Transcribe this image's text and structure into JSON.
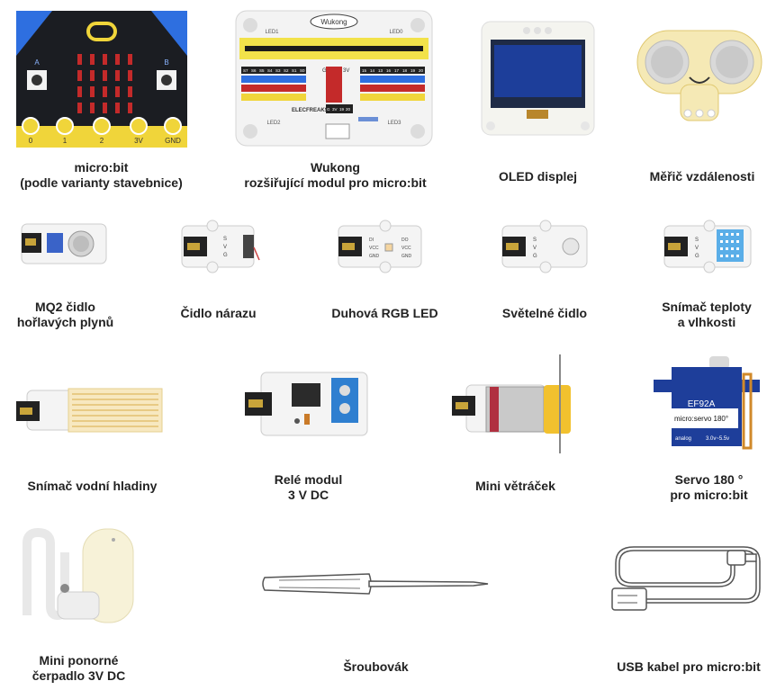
{
  "items": {
    "microbit": {
      "line1": "micro:bit",
      "line2": "(podle varianty stavebnice)",
      "pins": [
        "0",
        "1",
        "2",
        "3V",
        "GND"
      ],
      "buttons": [
        "A",
        "B"
      ]
    },
    "wukong": {
      "line1": "Wukong",
      "line2": "rozšiřující modul pro micro:bit",
      "logo": "Wukong",
      "led1": "LED1",
      "led0": "LED0",
      "led2": "LED2",
      "led3": "LED3",
      "brand": "ELECFREAKS",
      "pins_left": [
        "S7",
        "S6",
        "S5",
        "S4",
        "S3",
        "S2",
        "S1",
        "S0"
      ],
      "pins_right": [
        "15",
        "14",
        "13",
        "16",
        "17",
        "18",
        "19",
        "20"
      ],
      "pins_mid": [
        "G",
        "3V"
      ],
      "pins_bottom": [
        "G",
        "3V",
        "19",
        "20"
      ]
    },
    "oled": {
      "line1": "OLED displej"
    },
    "distance": {
      "line1": "Měřič vzdálenosti"
    },
    "mq2": {
      "line1": "MQ2 čidlo",
      "line2": "hořlavých plynů"
    },
    "crash": {
      "line1": "Čidlo nárazu"
    },
    "rgb": {
      "line1": "Duhová RGB LED",
      "pins": [
        "DI",
        "VCC",
        "GND"
      ],
      "pins2": [
        "DO",
        "VCC",
        "GND"
      ]
    },
    "light": {
      "line1": "Světelné čidlo"
    },
    "temp": {
      "line1": "Snímač teploty",
      "line2": "a vlhkosti"
    },
    "water": {
      "line1": "Snímač vodní hladiny"
    },
    "relay": {
      "line1": "Relé modul",
      "line2": "3 V DC"
    },
    "fan": {
      "line1": "Mini větráček"
    },
    "servo": {
      "line1": "Servo 180 °",
      "line2": "pro micro:bit",
      "model": "EF92A",
      "brand": "micro:servo 180°",
      "sub1": "analog",
      "sub2": "3.0v~5.5v"
    },
    "pump": {
      "line1": "Mini ponorné",
      "line2": "čerpadlo 3V DC"
    },
    "screwdriver": {
      "line1": "Šroubovák"
    },
    "usb": {
      "line1": "USB kabel pro micro:bit"
    }
  },
  "pin_labels": [
    "S",
    "V",
    "G"
  ]
}
